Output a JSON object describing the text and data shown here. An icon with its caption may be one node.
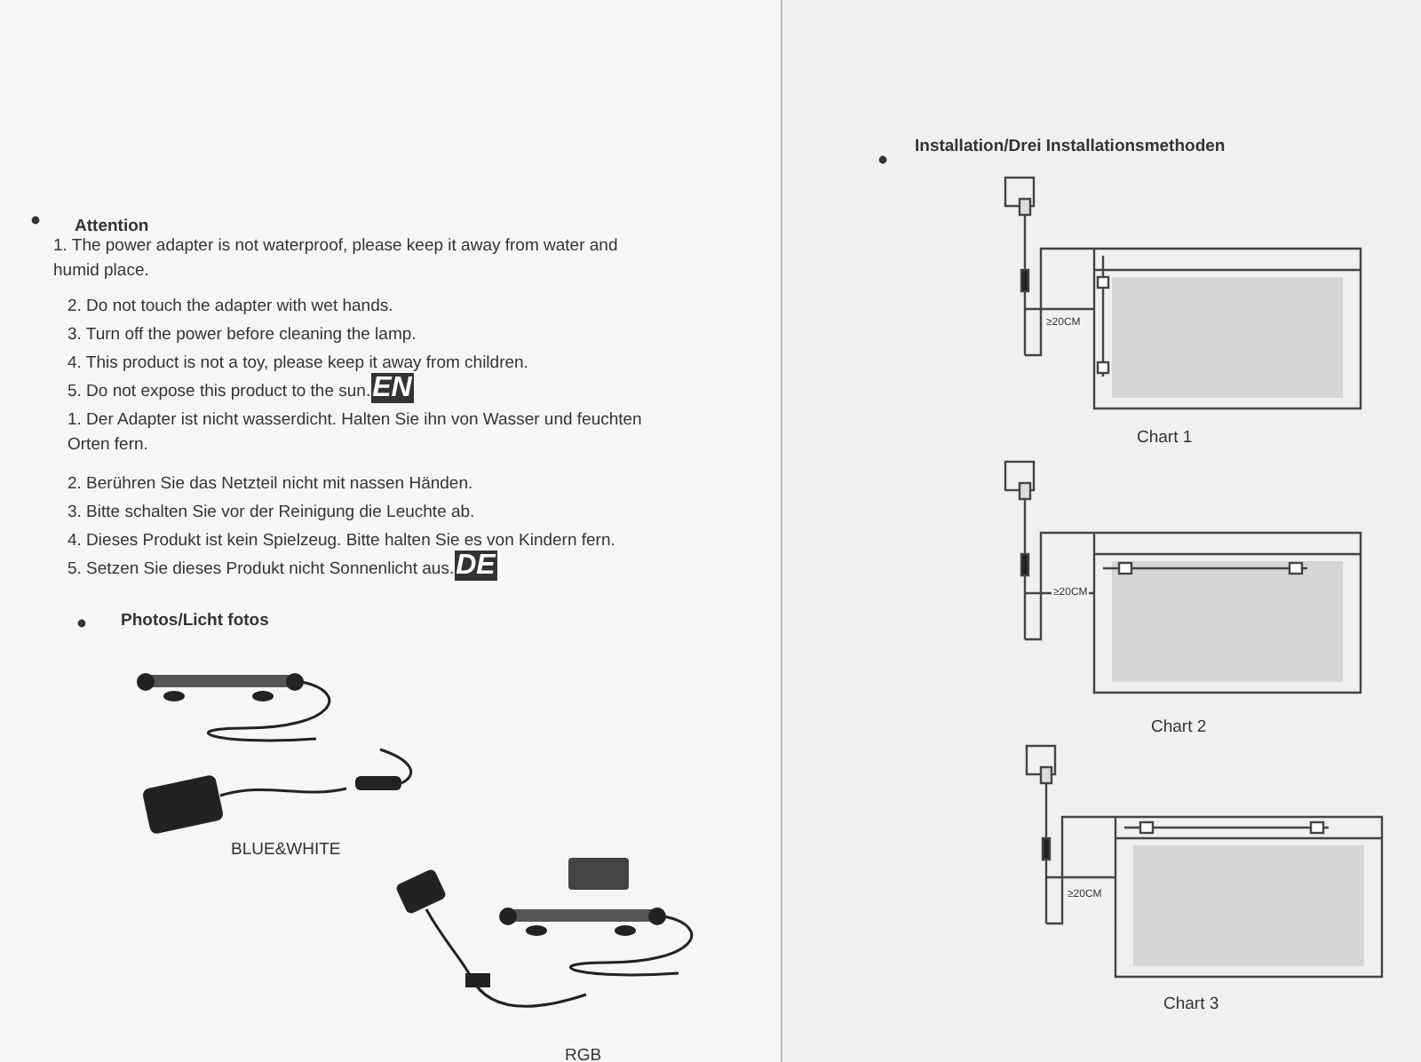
{
  "diagram": {
    "labels": [
      "Attention",
      "1. The power adapter is not waterproof, please keep it away from water and humid place.",
      "2. Do not touch the adapter with wet hands.",
      "3. Turn off the power before cleaning the lamp.",
      "4. This product is not a toy, please keep it away from children.",
      "5. Do not expose this product to the sun.",
      "EN",
      "1. Der Adapter ist nicht wasserdicht. Halten Sie ihn von Wasser und feuchten Orten fern.",
      "2. Berühren Sie das Netzteil nicht mit nassen Händen.",
      "3. Bitte schalten Sie vor der Reinigung die Leuchte ab.",
      "4. Dieses Produkt ist kein Spielzeug. Bitte halten Sie es von Kindern fern.",
      "5. Setzen Sie dieses Produkt nicht Sonnenlicht aus.",
      "DE",
      "Photos/Licht fotos",
      "BLUE&WHITE",
      "RGB",
      "Installation/Drei Installationsmethoden",
      "≥20CM",
      "Chart 1",
      "≥20CM",
      "Chart 2",
      "≥20CM",
      "Chart 3"
    ]
  }
}
